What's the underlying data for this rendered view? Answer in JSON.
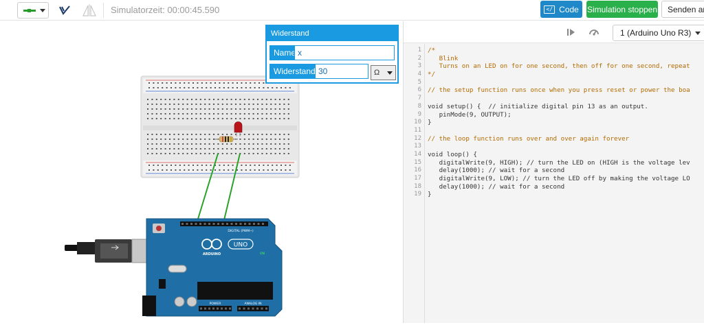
{
  "toolbar": {
    "sim_time_label": "Simulatorzeit: 00:00:45.590",
    "code_button": "Code",
    "stop_button": "Simulation stoppen",
    "send_button": "Senden an",
    "icons": [
      "wire-tool-icon",
      "flip-icon",
      "mirror-icon"
    ]
  },
  "properties": {
    "title": "Widerstand",
    "name_label": "Name",
    "name_value": "x",
    "resistance_label": "Widerstand",
    "resistance_value": "30",
    "unit": "Ω"
  },
  "code_panel": {
    "device": "1 (Arduino Uno R3)",
    "line_numbers": [
      "1",
      "2",
      "3",
      "4",
      "5",
      "6",
      "7",
      "8",
      "9",
      "10",
      "11",
      "12",
      "13",
      "14",
      "15",
      "16",
      "17",
      "18",
      "19"
    ],
    "lines": [
      "/*",
      "   Blink",
      "   Turns on an LED on for one second, then off for one second, repeat",
      "*/",
      "",
      "// the setup function runs once when you press reset or power the boa",
      "",
      "void setup() {  // initialize digital pin 13 as an output.",
      "   pinMode(9, OUTPUT);",
      "}",
      "",
      "// the loop function runs over and over again forever",
      "",
      "void loop() {",
      "   digitalWrite(9, HIGH); // turn the LED on (HIGH is the voltage lev",
      "   delay(1000); // wait for a second",
      "   digitalWrite(9, LOW); // turn the LED off by making the voltage LO",
      "   delay(1000); // wait for a second",
      "}"
    ]
  },
  "board": {
    "brand": "ARDUINO",
    "model": "UNO",
    "digital_label": "DIGITAL (PWM~)",
    "power_label": "POWER",
    "analog_label": "ANALOG IN",
    "on_label": "ON"
  },
  "colors": {
    "accent": "#1a9ae0",
    "code_button": "#1e88c9",
    "stop_button": "#2ab04a",
    "board": "#1f6fa6",
    "wire": "#2aa22a",
    "led": "#c0161a"
  }
}
